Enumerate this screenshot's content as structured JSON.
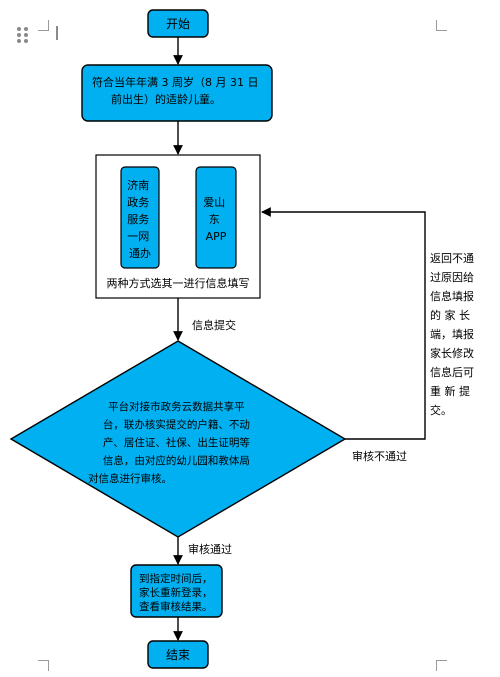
{
  "flowchart": {
    "start": "开始",
    "eligibility": [
      "符合当年年满 3 周岁（8 月 31 日",
      "前出生）的适龄儿童。"
    ],
    "channel_jinan": [
      "济南",
      "政务",
      "服务",
      "一网",
      "通办"
    ],
    "channel_aishandong": [
      "爱山",
      "东",
      "APP"
    ],
    "channel_caption": "两种方式选其一进行信息填写",
    "submit_label": "信息提交",
    "review": [
      "平台对接市政务云数据共享平",
      "台，联办核实提交的户籍、不动",
      "产、居住证、社保、出生证明等",
      "信息，由对应的幼儿园和教体局",
      "对信息进行审核。"
    ],
    "fail_label": "审核不通过",
    "return_note": [
      "返回不通",
      "过原因给",
      "信息填报",
      "的 家 长",
      "端，填报",
      "家长修改",
      "信息后可",
      "重 新 提",
      "交。"
    ],
    "pass_label": "审核通过",
    "result": [
      "到指定时间后，",
      "家长重新登录，",
      "查看审核结果。"
    ],
    "end": "结束"
  },
  "colors": {
    "box_fill": "#00B0F0",
    "stroke": "#000000",
    "text": "#000000"
  }
}
